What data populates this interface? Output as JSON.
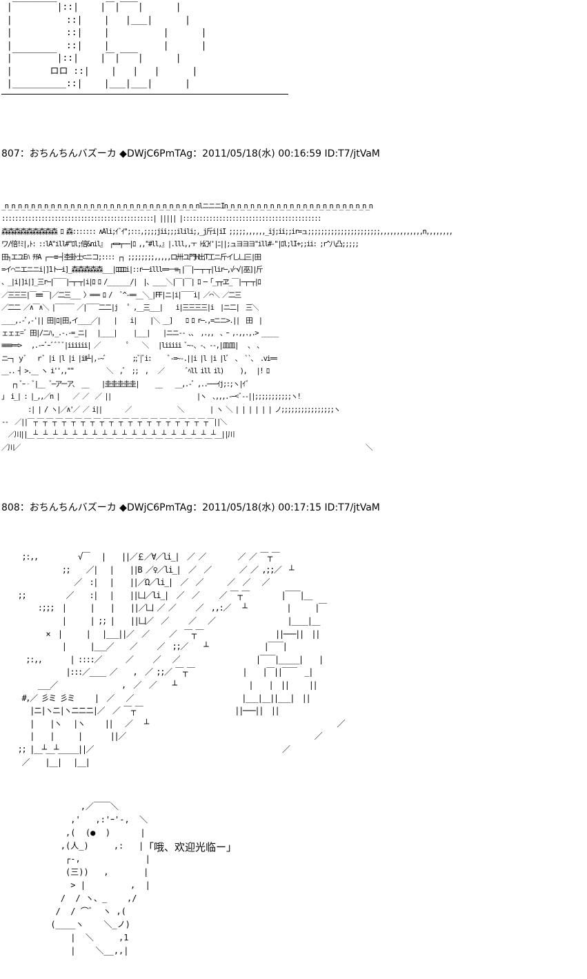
{
  "art_top": " |￣￣￣￣￣|::|    |￣|￣￣|      |\n |          ::|    |   |___|      |\n |          ::|    |          |      |\n |          ::|    |          |      |\n |￣￣￣￣￣|::|    |￣|￣￣|      |\n |       ロロ ::|    |   |   |      |\n |__________::|    |___|___|      |",
  "posts": [
    {
      "header": "807：おちんちんバズーカ ◆DWjC6PmTAg：2011/05/18(水) 00:16:59 ID:T7/jtVaM",
      "art": "_n_n_n_n_n_n_n_n_n_n_n_n_n_n_n_n_n_n_n_n_n_n_n_n_n_n_n_n_n_nlニニニIn_n_n_n_n_n_n_n_n_n_n_n_n_n_n_n_n_n_n_n_n_n_n\n::::::::::::::::::::::::::::::::::::::::::::::| ||||| |::::::::::::::::::::::::::::::::::::::::::\n森森森森森森森森森 ﾛ 森::::::: ∧Ali;ｲﾞｲ\";:::,;;;;jii;;;ilili;,_j斤i|iI ;;;;;,,,,,,_ij;ii;;ir=ュ;;;;;;;;;;;;;;;;;;;;;;,,,,,,,,,,,,,n,,,,,,,,\nワ/倍!ﾐ|,ﾄ: ::lA\"ill#\"ﾛl;倍&nil』 ┌==┬──|ﾛ ,,\"#ll,』|.lll,,ㅜ ﾄ幻ｲ'|ﾆ||;ュヨヨヨ\"ill#-\"|ﾛl;lI+;;ii: ;r^八凸;;;;;\n田┐エユEﾊ ﾁﾁA ┌──≡─┤杢卦士⊂ニコ;:::: ┌┐ ;;;;;;;;,,,,,ロ卅ユ門H出T工ニ斤イ乚凵三|田\n=イ⌒ニエニニi|]1ト─i]_森森森森森___|ﾛﾛﾛﾛi|::r──illl==一≡┐|￣|──┬─┬|lir─,√⌒√|巫]|斤\n、_|i|]i|]_三r─|￣￣|─┬─┬|i|ﾛ ﾛ /_______/|  |、____＼|￣|￣| ﾛ ─ ｢_┬┬ヱ_￣|─┬─┬|ﾛ\n／三三三|￣≡≡￣|／二三___ 〉=== ﾛ /   ﾞ^-==__＼_|FF|ニ|i|￣￣i| ／⌒＼ ／二三\n／二二 ／∧￣∧＼ |￣￣￣ ／|￣￣二二|j   ﾟ ,__三___|    i|三三三三|i  |ニ二|  三＼\n____,.-ﾞ,-'|| 田|ﾛ|田,イ____／|    |    i|    |＼ __]    ﾛ ﾛ r─.,=ニニ>.||  田  |\nェェェ=ﾞ 田|/ニﾊ,_.-.-=_ニ|   |____|     |___|    |ニニ-- 、、 ,.,,  ､ ｰ ,.,,.,.> _____\n≡≡≡==>   ,.-ｰﾞｰﾞﾞﾞﾞ|iiiiii| ／        ﾟ    ＼   |liiiii ﾞ~-、‐、--,|皿皿|   ､  ､\nニ─┐ ｙﾞ   ｒﾞ |i |l |i |iⅡ┴|,-~ﾞ        ;;ﾞ|ﾞi:     ﾞ-=~-.||i |l |i |lﾞ  ､  ``､  .vi==\n__.. ┤ >.__ ヽ i'',,\"\"          ＼  ,ﾞ  ;;  ,   ／       ﾞﾍll ill il)     ),   |! ﾛ\n   ┌┐ ﾞｰ‐ﾞ|__  ﾞ─アーア、 __    |圭圭圭圭圭|     __    __,.‐ﾞ ,..───ｲj;:;ヽ|ｲﾞ\n｣  i_| : |_,,／n |    ／ ／  ／ ||                          |ヽ  ､,,,.-─<ﾞ‐-||;;;;;;;;;;;ヽ!\n        :| | / ヽ|／∧'／ ／ i||       ／              ＼        | ヽ ＼ | | | | | | ノ;;;;;;;;;;;;;;;;ヽ\n--  ／||￣┬￣┬￣┬￣┬￣┬￣┬￣┬￣┬￣┬￣┬￣┬￣┬￣┬￣┬￣┬￣┬￣┬￣┬￣┬￣||＼\n  ／川||__┴__┴__┴__┴__┴__┴__┴__┴__┴__┴__┴__┴__┴__┴__┴__┴__┴__┴__┴__||川\n／川／                                                                                                         ＼"
    },
    {
      "header": "808：おちんちんバズーカ ◆DWjC6PmTAg：2011/05/18(水) 00:17:15 ID:T7/jtVaM",
      "art": "   ;:,,          √￣   |    ||／￡／∀／li_|  ／ ／        ／ ／ ￣┬￣\n             ;;    ／|   |    ||B ／♀／li_|  ／  ／       ／ ／ ,;;／  ┴\n                ／  :|   |    ||／Ω／li_|  ／  ／      ／  ／   ／\n  ;;          ／    :|   |    ||凵／li_|  ／  ／     ／ ￣┬￣        |￣￣|__\n       :;;;  |      |    |    ||／凵 ／ ／     ／  ,,:／   ┴          |      |￣\n             |      | ;; |    ||凵／  ／     ／   ／                  |____|__\n         ×  |      |   |___||／  ／     ／  ￣┬￣                  ||───||  ||\n             |      |___／    ／     ／  ;;／    ┴              |￣￣|\n    ;:,,       | ::::／      ／     ／   ／                   |￣￣|_____|    |\n              |:::／____ ／    ,  ／ ;;／ ￣┬￣            |    |￣||￣￣  _|\n       ___／                ,  ／  ／    ┴                  |    |  ||     ||\n   #,／ 彡ミ 彡ミ     |  ／   ／                           |___|__||___|  ||\n     |ニ|ヽニ|ヽニニニ|／  ／ ￣┬￣                       ||───||  ||\n     |    |ヽ   |ヽ     ||   ／   ┴                                               ／\n     |    |      |       ||／                                               ／\n  ;; |__┴__┴_____||／                                               ／\n   ／    |__|   |__|",
      "speaker_art": "            ,／￣￣＼\n          ,'   ,:'ｰ'-,  ＼\n         ,(  (●  )      |\n        ,(人_)     ,:   |\n         ┌-,             |\n         (三))   ,       |\n          > |         ,  |\n        /  / ヽ、_    ,/\n       /  / ⌒ﾞ  ヽ ,(\n      (____ヽ    ＼_ノ)\n          |  ＼     ,1\n          |    ＼__,,|",
      "quote": "「哦、欢迎光临ー」"
    }
  ]
}
